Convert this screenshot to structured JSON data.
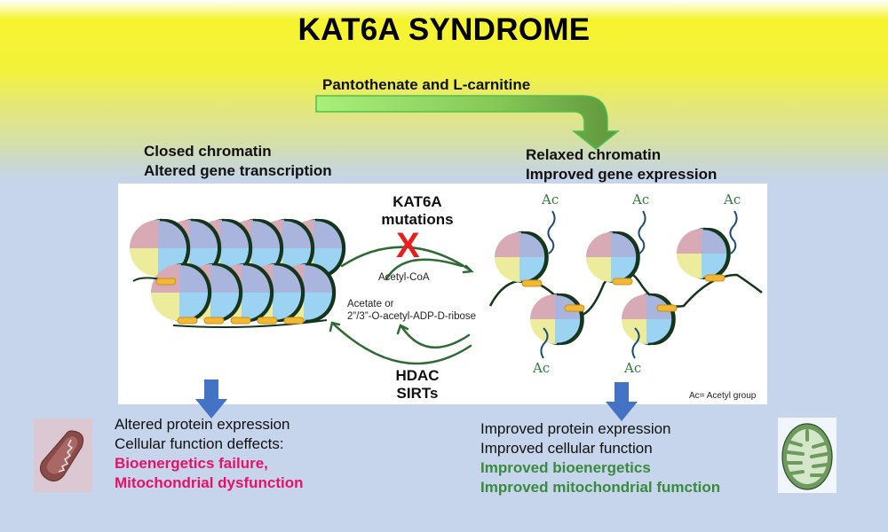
{
  "title": "KAT6A SYNDROME",
  "treatment": {
    "label": "Pantothenate and L-carnitine",
    "arrow_icon": "curved-green-arrow"
  },
  "left_header": {
    "line1": "Closed chromatin",
    "line2": "Altered gene transcription"
  },
  "right_header": {
    "line1": "Relaxed chromatin",
    "line2": "Improved gene expression"
  },
  "center": {
    "top_label_line1": "KAT6A",
    "top_label_line2": "mutations",
    "blocked_mark": "X",
    "acetyl_coa": "Acetyl-CoA",
    "acetate_line1": "Acetate or",
    "acetate_line2": "2”/3”-O-acetyl-ADP-D-ribose",
    "bottom_label_line1": "HDAC",
    "bottom_label_line2": "SIRTs"
  },
  "acetyl_tags": [
    "Ac",
    "Ac",
    "Ac",
    "Ac",
    "Ac"
  ],
  "legend_note": "Ac= Acetyl group",
  "left_outcome": {
    "line1": "Altered protein expression",
    "line2": "Cellular function deffects:",
    "line3": "Bioenergetics failure,",
    "line4": "Mitochondrial dysfunction",
    "icon": "damaged-mitochondrion-icon"
  },
  "right_outcome": {
    "line1": "Improved protein expression",
    "line2": "Improved cellular function",
    "line3": "Improved bioenergetics",
    "line4": "Improved mitochondrial fumction",
    "icon": "healthy-mitochondrion-icon"
  },
  "colors": {
    "title_yellow": "#f3f23a",
    "background_blue": "#c6d5ec",
    "highlight_pink": "#e8106a",
    "highlight_green": "#3a8a3e",
    "down_arrow_blue": "#4472c4",
    "block_red": "#e8201c",
    "treatment_arrow_green": "#6aa84f"
  }
}
